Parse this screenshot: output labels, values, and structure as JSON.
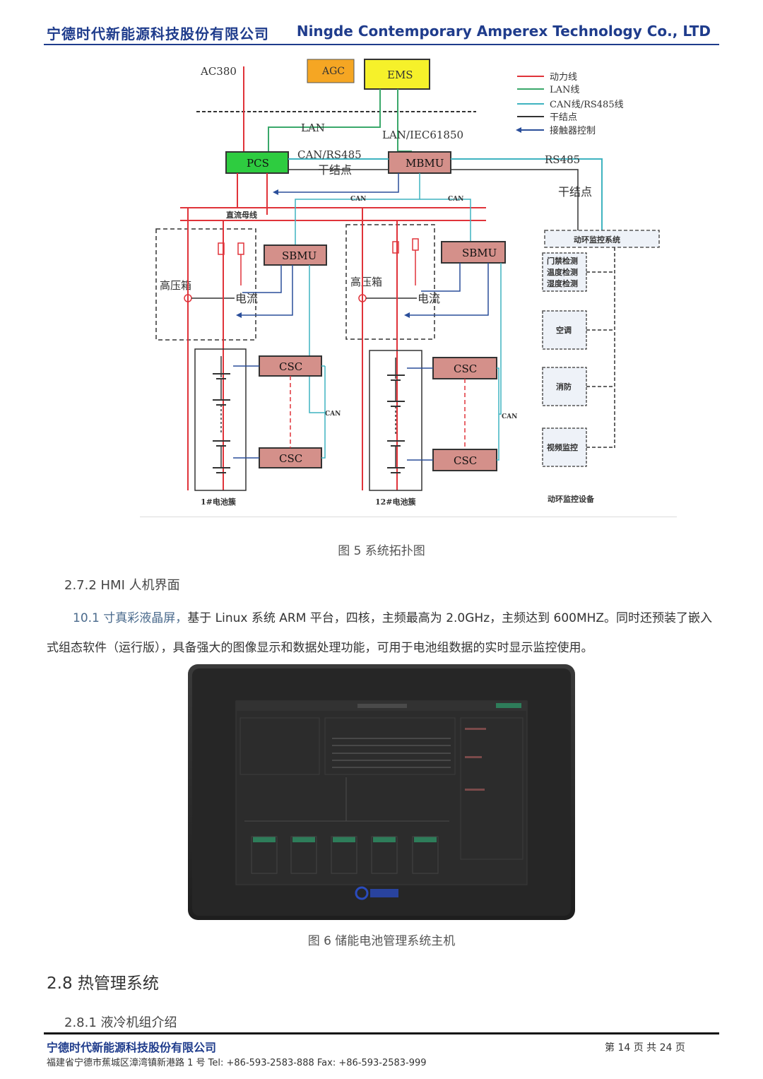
{
  "header": {
    "company_cn": "宁德时代新能源科技股份有限公司",
    "company_en": "Ningde Contemporary Amperex Technology Co., LTD"
  },
  "diagram": {
    "ac380": "AC380",
    "agc": "AGC",
    "ems": "EMS",
    "lan": "LAN",
    "lan_iec": "LAN/IEC61850",
    "pcs": "PCS",
    "mbmu": "MBMU",
    "can_rs485": "CAN/RS485",
    "dry_contact": "干结点",
    "rs485": "RS485",
    "dry_contact_right": "干结点",
    "can_label": "CAN",
    "dc_bus": "直流母线",
    "hv_box": "高压箱",
    "current": "电流",
    "sbmu": "SBMU",
    "csc": "CSC",
    "cluster1": "1#电池簇",
    "cluster12": "12#电池簇",
    "env_system": "动环监控系统",
    "env_devices": "动环监控设备",
    "dev_access": "门禁检测",
    "dev_temp": "温度检测",
    "dev_humid": "湿度检测",
    "dev_ac": "空调",
    "dev_fire": "消防",
    "dev_video": "视频监控",
    "legend": [
      {
        "label": "动力线",
        "color": "#e0333a"
      },
      {
        "label": "LAN线",
        "color": "#3aa86a"
      },
      {
        "label": "CAN线/RS485线",
        "color": "#3fb3c0"
      },
      {
        "label": "干结点",
        "color": "#333333"
      },
      {
        "label": "接触器控制",
        "color": "#2a4e9a"
      }
    ]
  },
  "fig5_caption": "图 5 系统拓扑图",
  "section_272": "2.7.2 HMI 人机界面",
  "paragraph": {
    "part1": "10.1 寸真彩液晶屏，",
    "part2": "基于 Linux 系统 ARM 平台，四核，主频最高为 2.0GHz，主频达到 600MHZ。同时还预装了嵌入式组态软件（运行版），具备强大的图像显示和数据处理功能，可用于电池组数据的实时显示监控使用。"
  },
  "fig6_caption": "图 6  储能电池管理系统主机",
  "section_28": "2.8  热管理系统",
  "section_281": "2.8.1  液冷机组介绍",
  "footer": {
    "company_cn": "宁德时代新能源科技股份有限公司",
    "page": "第 14 页  共 24 页",
    "address": "福建省宁德市蕉城区漳湾镇新港路 1 号  Tel:  +86-593-2583-888 Fax:  +86-593-2583-999"
  },
  "colors": {
    "brand_blue": "#1f3c8c",
    "power_line": "#e0333a",
    "lan_line": "#3aa86a",
    "can_line": "#3fb3c0",
    "pcs_green": "#2ecc40",
    "agc_orange": "#f5a623",
    "ems_yellow": "#f6f12a",
    "module_pink": "#d4908a"
  }
}
